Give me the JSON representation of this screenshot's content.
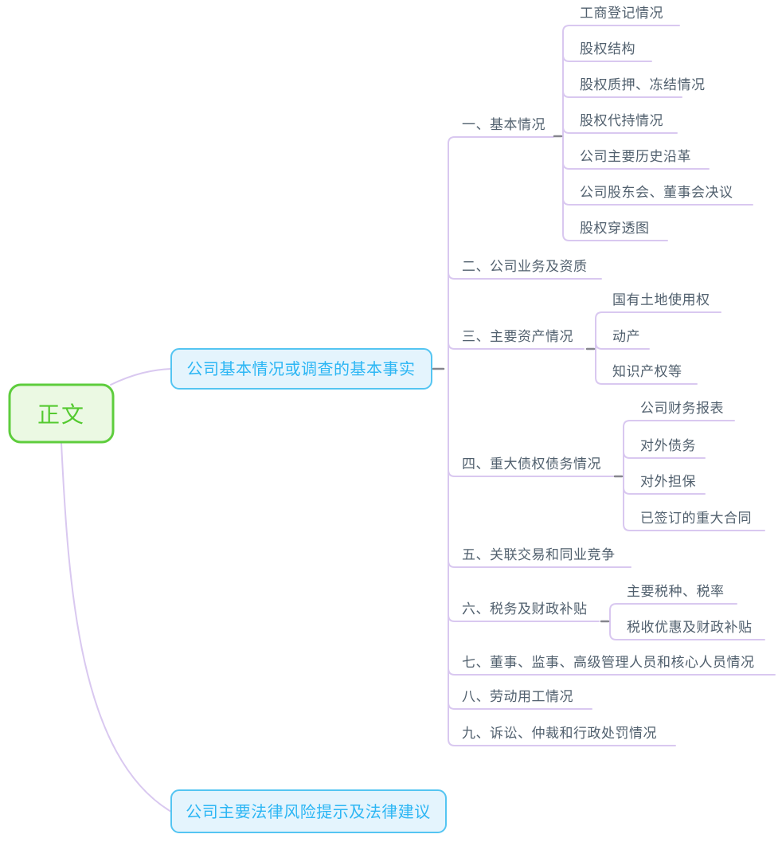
{
  "root": {
    "label": "正文"
  },
  "branches": [
    {
      "label": "公司基本情况或调查的基本事实",
      "children": [
        {
          "label": "一、基本情况",
          "children": [
            {
              "label": "工商登记情况"
            },
            {
              "label": "股权结构"
            },
            {
              "label": "股权质押、冻结情况"
            },
            {
              "label": "股权代持情况"
            },
            {
              "label": "公司主要历史沿革"
            },
            {
              "label": "公司股东会、董事会决议"
            },
            {
              "label": "股权穿透图"
            }
          ]
        },
        {
          "label": "二、公司业务及资质",
          "children": []
        },
        {
          "label": "三、主要资产情况",
          "children": [
            {
              "label": "国有土地使用权"
            },
            {
              "label": "动产"
            },
            {
              "label": "知识产权等"
            }
          ]
        },
        {
          "label": "四、重大债权债务情况",
          "children": [
            {
              "label": "公司财务报表"
            },
            {
              "label": "对外债务"
            },
            {
              "label": "对外担保"
            },
            {
              "label": "已签订的重大合同"
            }
          ]
        },
        {
          "label": "五、关联交易和同业竞争",
          "children": []
        },
        {
          "label": "六、税务及财政补贴",
          "children": [
            {
              "label": "主要税种、税率"
            },
            {
              "label": "税收优惠及财政补贴"
            }
          ]
        },
        {
          "label": "七、董事、监事、高级管理人员和核心人员情况",
          "children": []
        },
        {
          "label": "八、劳动用工情况",
          "children": []
        },
        {
          "label": "九、诉讼、仲裁和行政处罚情况",
          "children": []
        }
      ]
    },
    {
      "label": "公司主要法律风险提示及法律建议",
      "children": []
    }
  ],
  "colors": {
    "background": "#ffffff",
    "branch_line": "#d9c8f0",
    "collapse_dash": "#85858d",
    "root_border": "#5ecd3d",
    "root_fill": "#ebf9e3",
    "root_text": "#54ca30",
    "main_node_border": "#54c5f2",
    "main_node_fill": "#e4f4fd",
    "main_node_text": "#2cb6f4",
    "topic_text": "#51606e"
  }
}
